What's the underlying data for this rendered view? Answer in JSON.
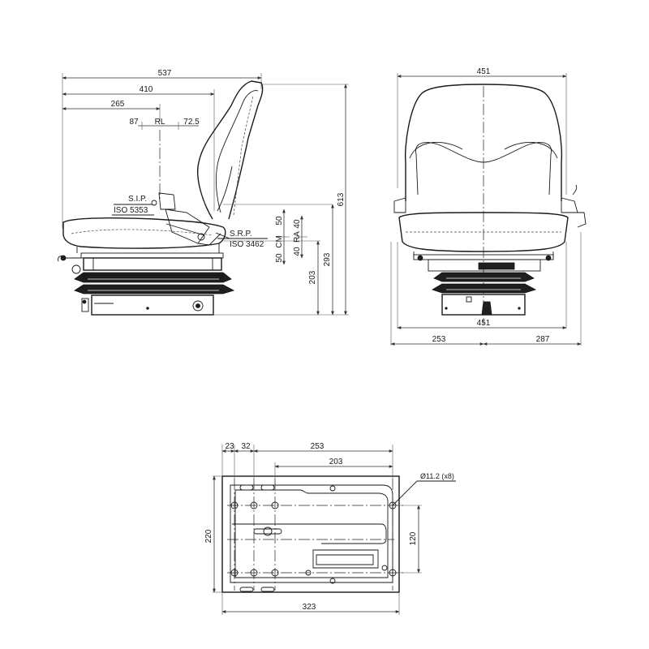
{
  "side_view": {
    "dims": {
      "overall_length": "537",
      "backrest_depth": "410",
      "sip_offset": "265",
      "sip_forward": "87",
      "reference_line": "RL",
      "sip_back": "72.5",
      "overall_height": "613",
      "height_293": "293",
      "height_203": "203",
      "cm_up": "50",
      "cm_label": "CM",
      "cm_down": "50",
      "ra_up": "40",
      "ra_label": "RA",
      "ra_down": "40"
    },
    "labels": {
      "sip": "S.I.P.",
      "sip_iso": "ISO 5353",
      "srp": "S.R.P.",
      "srp_iso": "ISO 3462"
    }
  },
  "front_view": {
    "dims": {
      "top_width": "451",
      "bottom_width": "451",
      "left_offset": "253",
      "right_offset": "287"
    }
  },
  "base_plate": {
    "dims": {
      "hole_offset_23": "23",
      "hole_pitch_32": "32",
      "span_253": "253",
      "span_203": "203",
      "hole_spec": "Ø11.2 (x8)",
      "plate_depth": "220",
      "hole_spacing_120": "120",
      "plate_width": "323"
    }
  }
}
